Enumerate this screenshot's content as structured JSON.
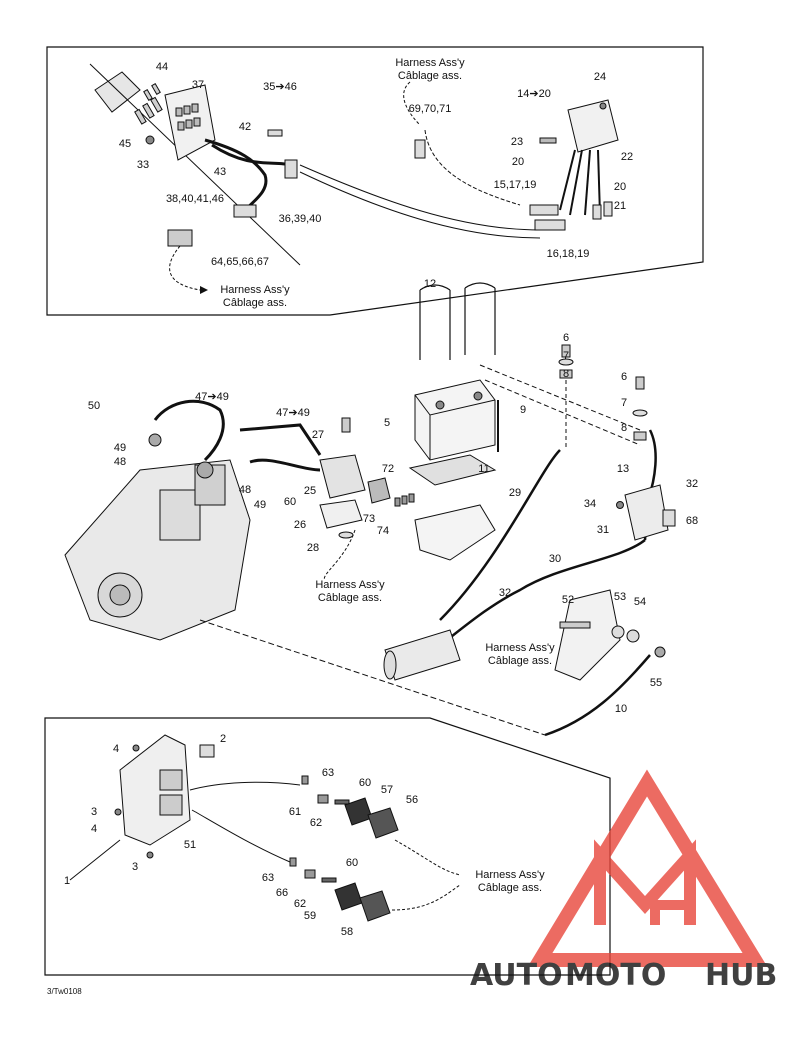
{
  "callouts": {
    "top": [
      "44",
      "37",
      "35➔46",
      "45",
      "33",
      "42",
      "43",
      "38,40,41,46",
      "36,39,40",
      "64,65,66,67",
      "69,70,71",
      "24",
      "14➔20",
      "23",
      "22",
      "20",
      "20",
      "15,17,19",
      "21",
      "16,18,19"
    ],
    "middle": [
      "12",
      "6",
      "7",
      "8",
      "6",
      "7",
      "8",
      "5",
      "9",
      "11",
      "13",
      "50",
      "47➔49",
      "47➔49",
      "49",
      "48",
      "27",
      "48",
      "25",
      "60",
      "49",
      "72",
      "26",
      "73",
      "74",
      "28",
      "29",
      "34",
      "32",
      "31",
      "68",
      "30",
      "32",
      "52",
      "53",
      "54",
      "55",
      "10"
    ],
    "bottom": [
      "2",
      "4",
      "3",
      "4",
      "1",
      "3",
      "51",
      "63",
      "61",
      "60",
      "57",
      "62",
      "56",
      "60",
      "63",
      "66",
      "62",
      "59",
      "58"
    ]
  },
  "harness_labels": {
    "line1": "Harness Ass'y",
    "line2": "Câblage ass."
  },
  "figure_code": "3/Tw0108",
  "watermark": {
    "brand_part1": "AUTO",
    "brand_part2": "MOTO",
    "brand_part3": "HUB",
    "color_red": "#e8473b",
    "color_gray": "#5a5a5a",
    "color_orange": "#f5a623"
  }
}
